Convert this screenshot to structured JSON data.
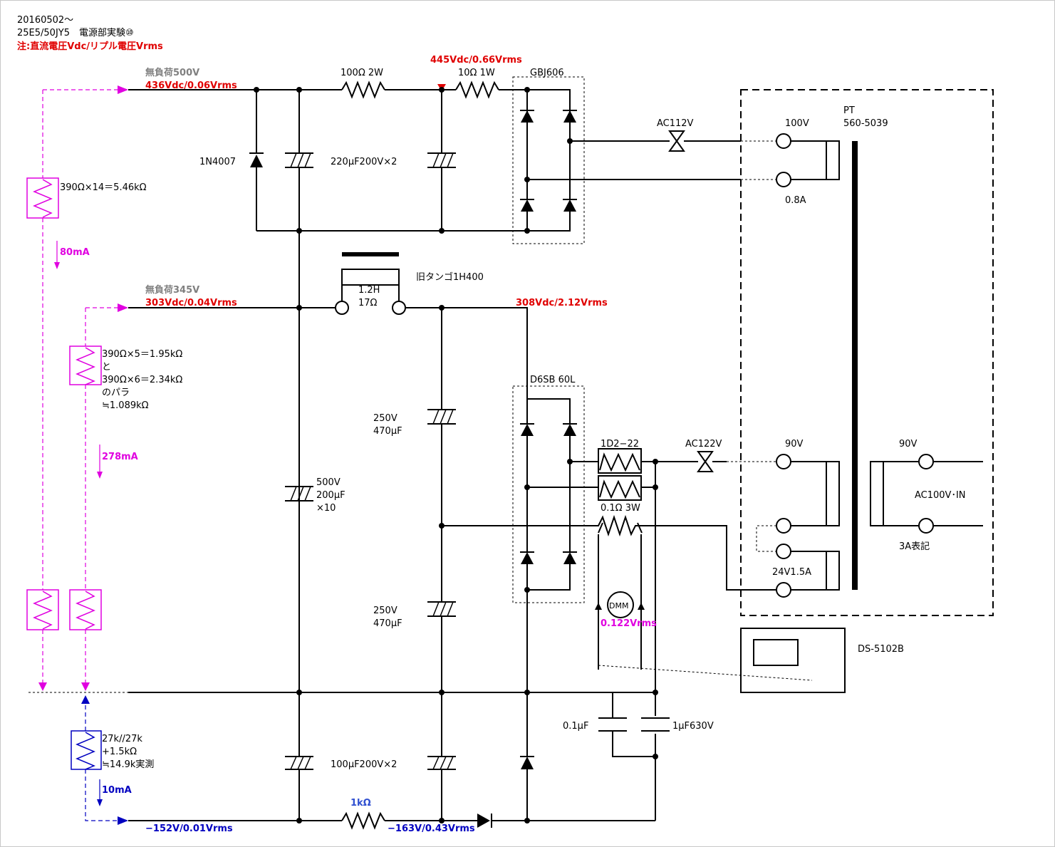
{
  "header": {
    "date": "20160502～",
    "title": "25E5/50JY5　電源部実験⑩",
    "note": "注:直流電圧Vdc/リプル電圧Vrms"
  },
  "labels": {
    "no_load_500": "無負荷500V",
    "v436": "436Vdc/0.06Vrms",
    "r100": "100Ω 2W",
    "v445": "445Vdc/0.66Vrms",
    "r10": "10Ω 1W",
    "gbj": "GBJ606",
    "d1n4007": "1N4007",
    "c220": "220μF200V×2",
    "ac112": "AC112V",
    "tap100": "100V",
    "pt": "PT",
    "pt_model": "560-5039",
    "a08": "0.8A",
    "r390_14": "390Ω×14＝5.46kΩ",
    "i80": "80mA",
    "choke_name": "旧タンゴ1H400",
    "choke_l": "1.2H",
    "choke_r": "17Ω",
    "no_load_345": "無負荷345V",
    "v303": "303Vdc/0.04Vrms",
    "v308": "308Vdc/2.12Vrms",
    "par1": "390Ω×5＝1.95kΩ",
    "par2": "と",
    "par3": "390Ω×6＝2.34kΩ",
    "par4": "のパラ",
    "par5": "≒1.089kΩ",
    "d6sb": "D6SB 60L",
    "i278": "278mA",
    "c250a": "250V",
    "c470a": "470μF",
    "d2": "1D2−22",
    "ac122": "AC122V",
    "tap90": "90V",
    "tap90b": "90V",
    "c500": "500V",
    "c200": "200μF",
    "cx10": "×10",
    "ac100in": "AC100V･IN",
    "r01": "0.1Ω 3W",
    "a3": "3A表記",
    "tap24": "24V1.5A",
    "dmm": "DMM",
    "v0122": "0.122Vrms",
    "c250b": "250V",
    "c470b": "470μF",
    "ds": "DS-5102B",
    "c01": "0.1μF",
    "c1": "1μF630V",
    "rbias1": "27k//27k",
    "rbias2": "+1.5kΩ",
    "rbias3": "≒14.9k実測",
    "c100": "100μF200V×2",
    "i10": "10mA",
    "r1k": "1kΩ",
    "vm152": "−152V/0.01Vrms",
    "vm163": "−163V/0.43Vrms"
  }
}
